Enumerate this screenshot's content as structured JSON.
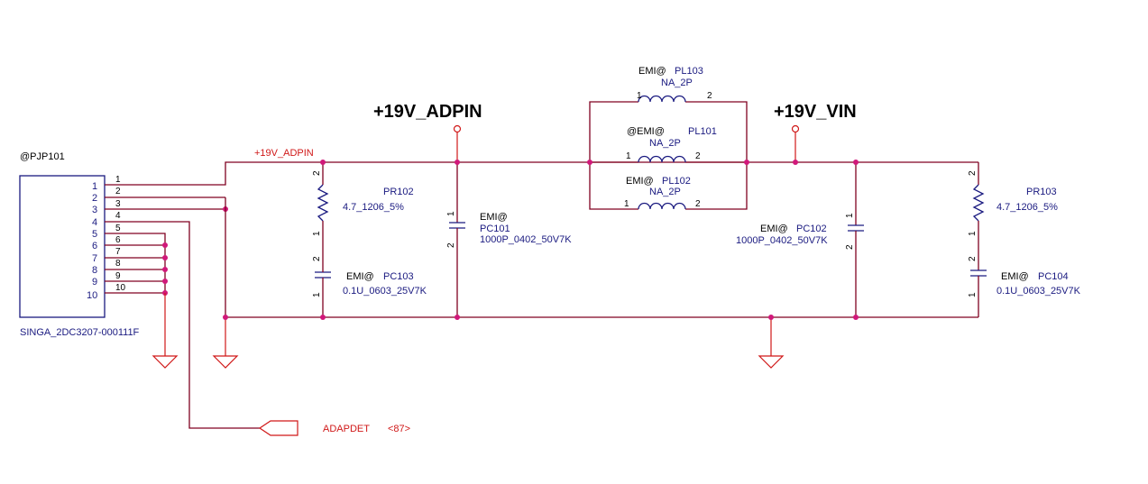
{
  "nets": {
    "adpin_big": "+19V_ADPIN",
    "vin_big": "+19V_VIN",
    "adpin_wire": "+19V_ADPIN"
  },
  "connector": {
    "ref": "@PJP101",
    "part": "SINGA_2DC3207-000111F",
    "pin_numbers": [
      "1",
      "2",
      "3",
      "4",
      "5",
      "6",
      "7",
      "8",
      "9",
      "10"
    ],
    "wire_numbers": [
      "1",
      "2",
      "3",
      "4",
      "5",
      "6",
      "7",
      "8",
      "9",
      "10"
    ]
  },
  "pr102": {
    "ref": "PR102",
    "value": "4.7_1206_5%",
    "pin_top": "2",
    "pin_bottom": "1"
  },
  "pr103": {
    "ref": "PR103",
    "value": "4.7_1206_5%",
    "pin_top": "2",
    "pin_bottom": "1"
  },
  "pc103": {
    "prefix": "EMI@",
    "ref": "PC103",
    "value": "0.1U_0603_25V7K",
    "pin_top": "2",
    "pin_bottom": "1"
  },
  "pc104": {
    "prefix": "EMI@",
    "ref": "PC104",
    "value": "0.1U_0603_25V7K",
    "pin_top": "2",
    "pin_bottom": "1"
  },
  "pc101": {
    "prefix": "EMI@",
    "ref": "PC101",
    "value": "1000P_0402_50V7K",
    "pin_top": "1",
    "pin_bottom": "2"
  },
  "pc102": {
    "prefix": "EMI@",
    "ref": "PC102",
    "value": "1000P_0402_50V7K",
    "pin_top": "1",
    "pin_bottom": "2"
  },
  "pl103": {
    "prefix": "EMI@",
    "ref": "PL103",
    "value": "NA_2P",
    "pin1": "1",
    "pin2": "2"
  },
  "pl101": {
    "prefix": "@EMI@",
    "ref": "PL101",
    "value": "NA_2P",
    "pin1": "1",
    "pin2": "2"
  },
  "pl102": {
    "prefix": "EMI@",
    "ref": "PL102",
    "value": "NA_2P",
    "pin1": "1",
    "pin2": "2"
  },
  "adapdet": {
    "label": "ADAPDET",
    "page_ref": "<87>"
  }
}
